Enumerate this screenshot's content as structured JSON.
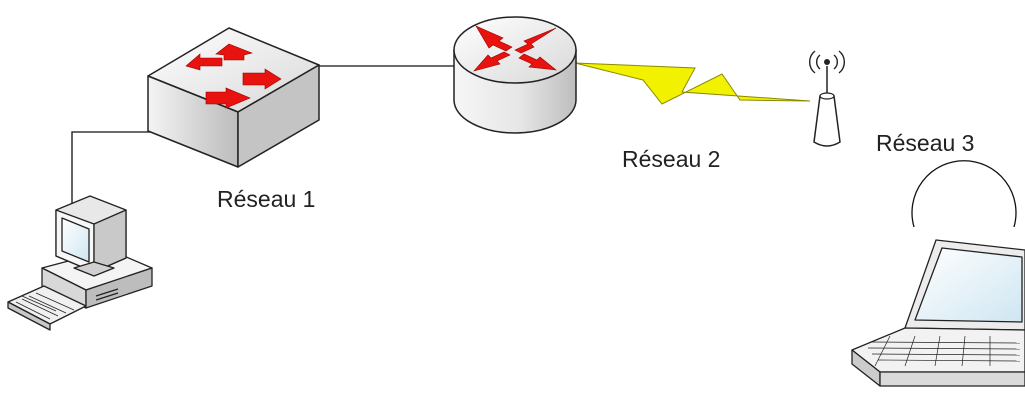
{
  "labels": {
    "network_1": "Réseau 1",
    "network_2": "Réseau 2",
    "network_3": "Réseau 3"
  },
  "nodes": [
    {
      "id": "desktop",
      "type": "desktop-computer",
      "network": "Réseau 1"
    },
    {
      "id": "switch",
      "type": "network-switch",
      "network": "Réseau 1"
    },
    {
      "id": "router",
      "type": "router"
    },
    {
      "id": "antenna",
      "type": "wireless-antenna",
      "network": "Réseau 3"
    },
    {
      "id": "laptop",
      "type": "laptop",
      "network": "Réseau 3"
    }
  ],
  "links": [
    {
      "from": "desktop",
      "to": "switch",
      "kind": "wired"
    },
    {
      "from": "switch",
      "to": "router",
      "kind": "wired"
    },
    {
      "from": "router",
      "to": "antenna",
      "kind": "wan-lightning",
      "network": "Réseau 2"
    },
    {
      "from": "antenna",
      "to": "laptop",
      "kind": "wireless"
    }
  ],
  "colors": {
    "arrow": "#e8120f",
    "lightning": "#f2f200",
    "lightning_stroke": "#8a8a00",
    "device_fill": "#e4e4e4",
    "device_stroke": "#222222",
    "link": "#111111"
  }
}
